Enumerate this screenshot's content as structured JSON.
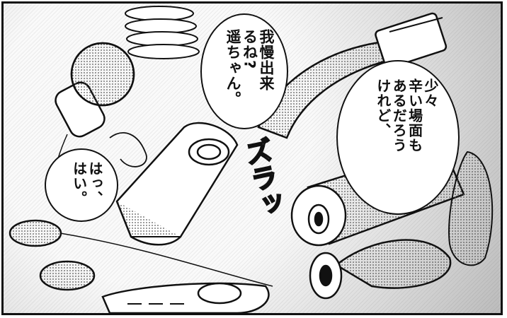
{
  "bubbles": {
    "top": "我慢出来\nるね?\n遥ちゃん。",
    "right": "少々\n辛い場面も\nあるだろう\nけれど、",
    "left": "はっ、\nはい。"
  },
  "sfx": {
    "text": "ズラッ"
  },
  "colors": {
    "ink": "#111111",
    "screentone": "#c8c8c8",
    "paper": "#ffffff"
  }
}
